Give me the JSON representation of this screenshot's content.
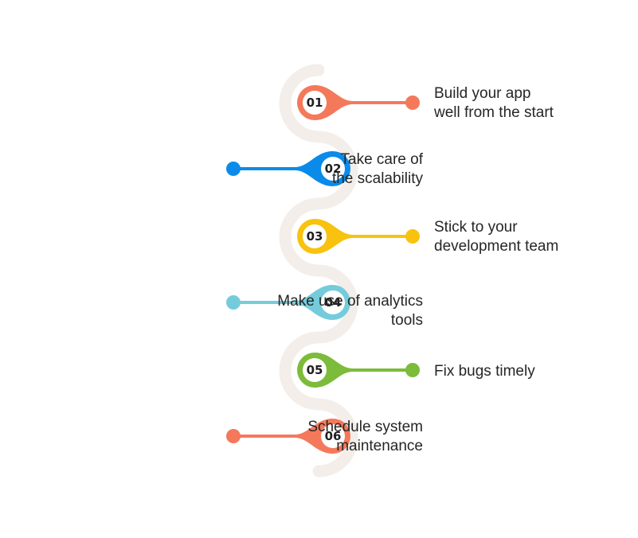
{
  "steps": [
    {
      "number": "01",
      "lines": [
        "Build your app",
        "well from the start"
      ],
      "color": "#F4795B",
      "side": "right"
    },
    {
      "number": "02",
      "lines": [
        "Take care of",
        "the scalability"
      ],
      "color": "#0A8BEA",
      "side": "left"
    },
    {
      "number": "03",
      "lines": [
        "Stick to your",
        "development team"
      ],
      "color": "#F8C20F",
      "side": "right"
    },
    {
      "number": "04",
      "lines": [
        "Make use of analytics",
        "tools"
      ],
      "color": "#74CCDB",
      "side": "left"
    },
    {
      "number": "05",
      "lines": [
        "Fix bugs timely"
      ],
      "color": "#7DBB3B",
      "side": "right"
    },
    {
      "number": "06",
      "lines": [
        "Schedule system",
        "maintenance"
      ],
      "color": "#F4795B",
      "side": "left"
    }
  ],
  "path_color": "#F3EEEA"
}
